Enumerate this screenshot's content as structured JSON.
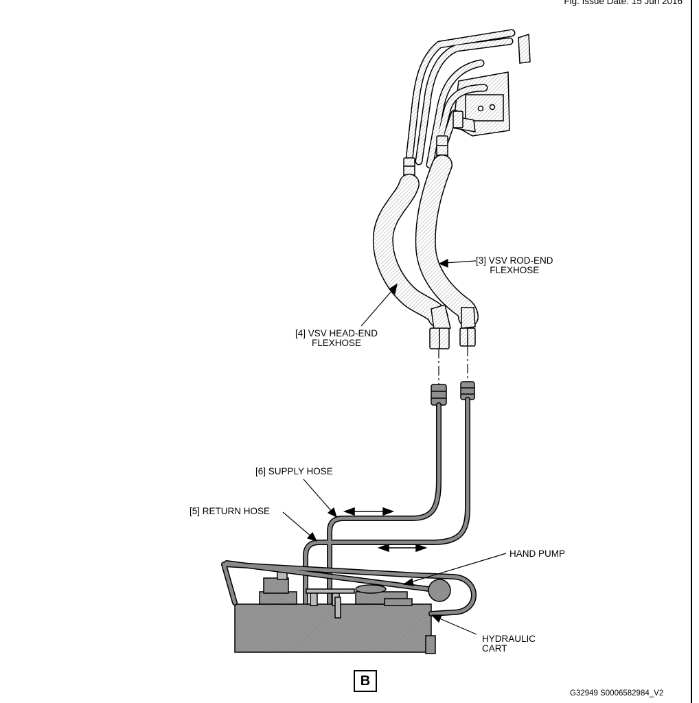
{
  "header": {
    "issue_date": "Fig. Issue Date: 15 Jun 2016"
  },
  "labels": {
    "rod_end_line1": "[3] VSV ROD-END",
    "rod_end_line2": "FLEXHOSE",
    "head_end_line1": "[4] VSV HEAD-END",
    "head_end_line2": "FLEXHOSE",
    "supply_hose": "[6] SUPPLY HOSE",
    "return_hose": "[5] RETURN HOSE",
    "hand_pump": "HAND PUMP",
    "cart_line1": "HYDRAULIC",
    "cart_line2": "CART"
  },
  "view_letter": "B",
  "figure_id": "G32949 S0006582984_V2",
  "colors": {
    "line": "#000000",
    "hose": "#8a8a8a",
    "cart": "#8c8c8c",
    "hatch": "#d6d6d6"
  }
}
